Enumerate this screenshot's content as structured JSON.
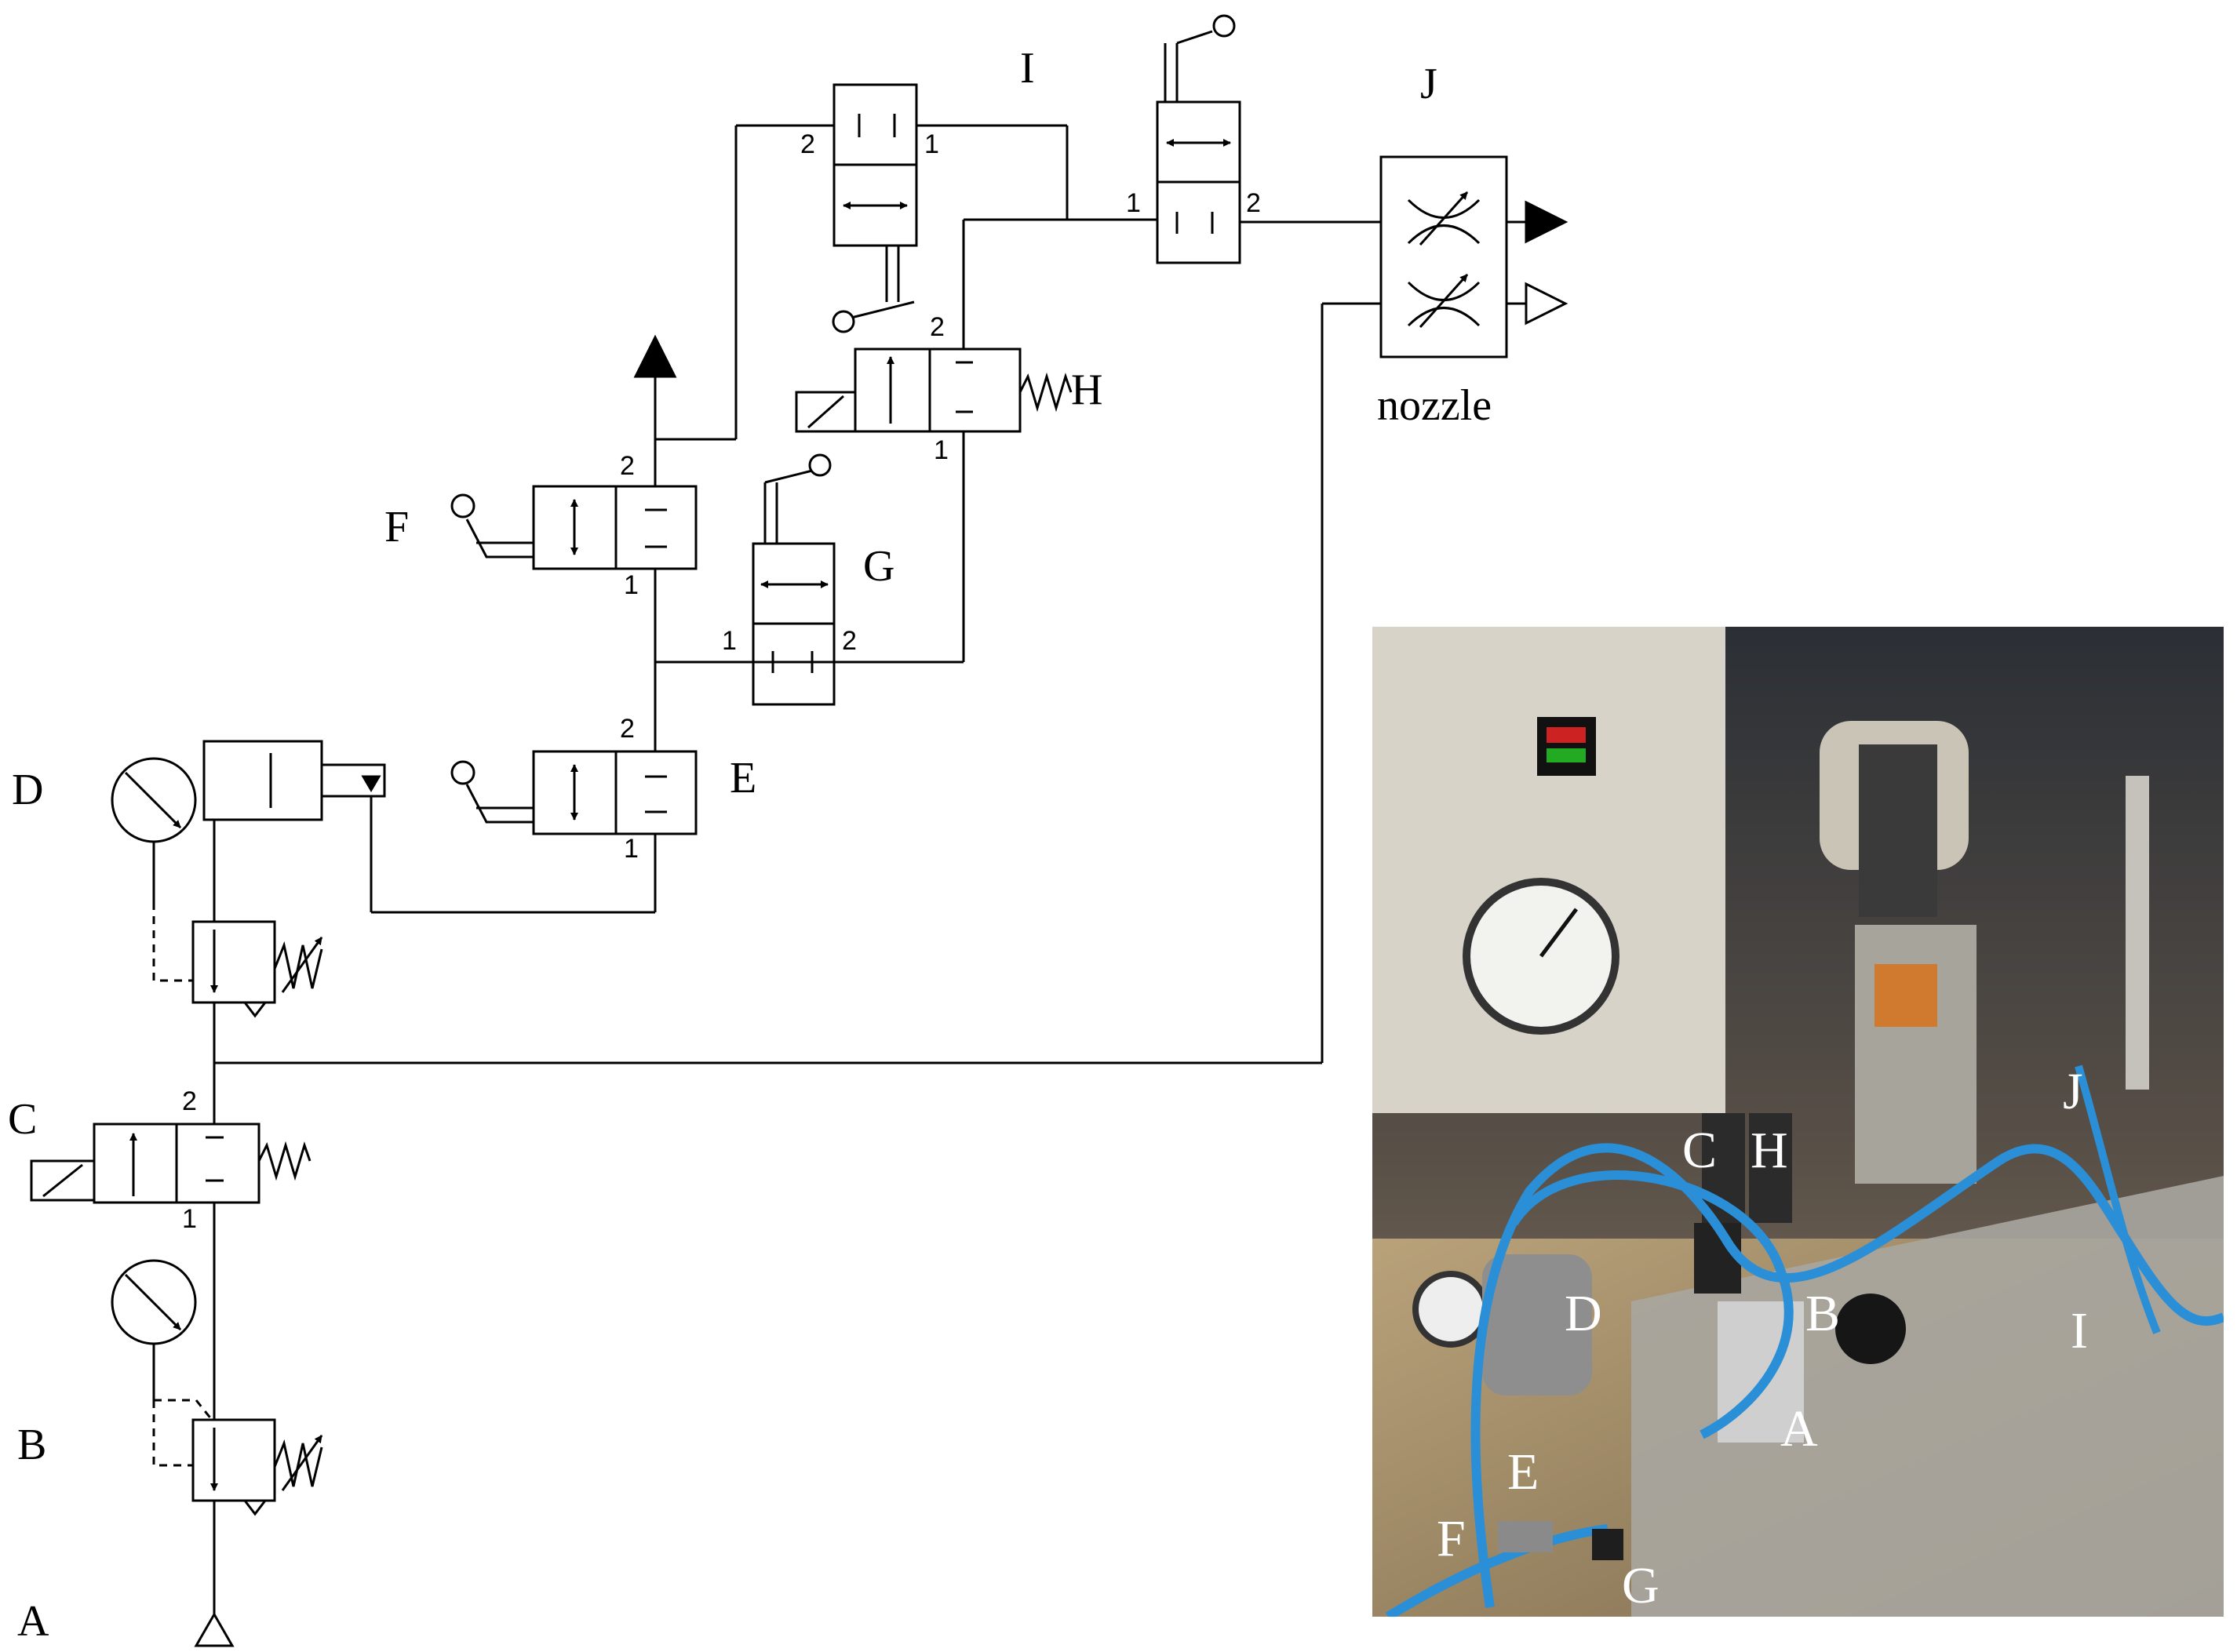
{
  "schematic": {
    "labels": {
      "A": "A",
      "B": "B",
      "C": "C",
      "D": "D",
      "E": "E",
      "F": "F",
      "G": "G",
      "H": "H",
      "I": "I",
      "J": "J",
      "nozzle": "nozzle"
    },
    "ports": {
      "one": "1",
      "two": "2"
    }
  },
  "photo": {
    "labels": {
      "C": "C",
      "H": "H",
      "J": "J",
      "D": "D",
      "B": "B",
      "I": "I",
      "A": "A",
      "E": "E",
      "F": "F",
      "G": "G"
    }
  },
  "colors": {
    "line": "#000000",
    "tube": "#2a8fd6",
    "background": "#ffffff"
  }
}
